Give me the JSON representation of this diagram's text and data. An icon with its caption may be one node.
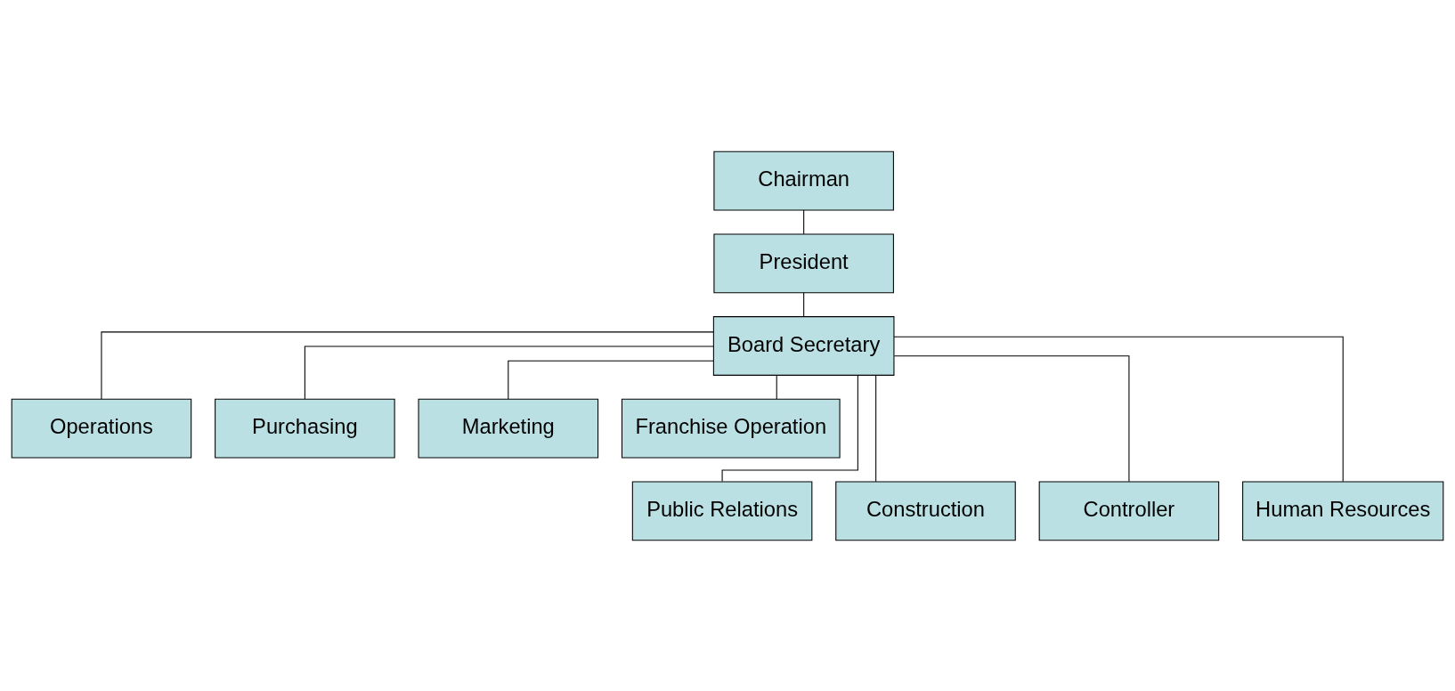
{
  "diagram": {
    "nodes": [
      {
        "text": [
          "Chairman"
        ]
      },
      {
        "text": [
          "President"
        ]
      },
      {
        "text": [
          "Board Secretary"
        ]
      },
      {
        "text": [
          "Operations"
        ]
      },
      {
        "text": [
          "Purchasing"
        ]
      },
      {
        "text": [
          "Marketing"
        ]
      },
      {
        "text": [
          "Franchise Operation"
        ]
      },
      {
        "text": [
          "Public Relations"
        ]
      },
      {
        "text": [
          "Construction"
        ]
      },
      {
        "text": [
          "Controller"
        ]
      },
      {
        "text": [
          "Human Resources"
        ]
      }
    ],
    "edges": [
      {
        "from": 0,
        "to": 1,
        "arrow": "none"
      },
      {
        "from": 1,
        "to": 2,
        "arrow": "none"
      },
      {
        "from": 2,
        "to": 7,
        "arrow": "none"
      },
      {
        "from": 2,
        "to": 3,
        "arrow": "none"
      },
      {
        "from": 2,
        "to": 8,
        "arrow": "none"
      },
      {
        "from": 2,
        "to": 4,
        "arrow": "none"
      },
      {
        "from": 2,
        "to": 9,
        "arrow": "none"
      },
      {
        "from": 2,
        "to": 5,
        "arrow": "none"
      },
      {
        "from": 2,
        "to": 10,
        "arrow": "none"
      },
      {
        "from": 2,
        "to": 6,
        "arrow": "none"
      }
    ]
  }
}
